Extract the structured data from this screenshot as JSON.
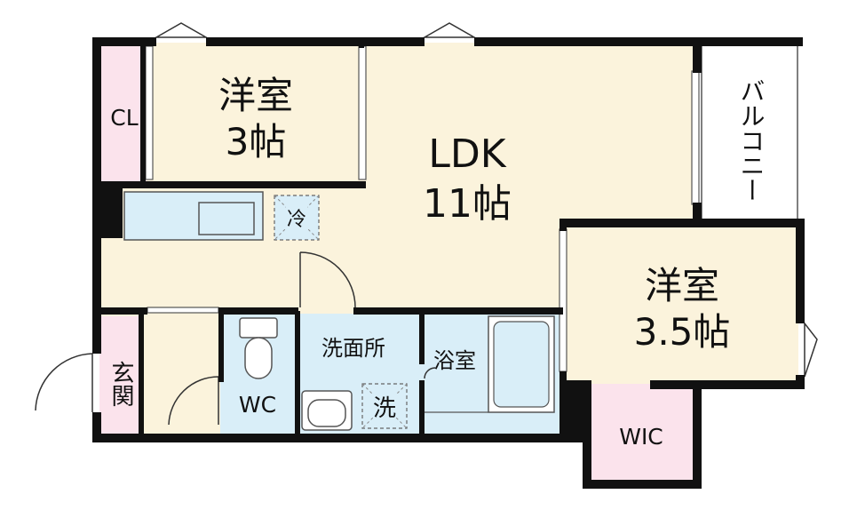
{
  "rooms": {
    "ldk": {
      "name": "LDK",
      "size": "11帖"
    },
    "western_a": {
      "name": "洋室",
      "size": "3帖"
    },
    "western_b": {
      "name": "洋室",
      "size": "3.5帖"
    },
    "closet": "CL",
    "balcony": "バルコニー",
    "entrance": "玄関",
    "washroom": "洗面所",
    "bathroom": "浴室",
    "toilet": "WC",
    "walk_in_closet": "WIC"
  },
  "fixtures": {
    "fridge": "冷",
    "washer": "洗"
  },
  "colors": {
    "floor": "#fbf3dc",
    "closet": "#fbe3ec",
    "wet_area": "#d9eef8",
    "wall": "#111111",
    "balcony": "#ffffff"
  }
}
